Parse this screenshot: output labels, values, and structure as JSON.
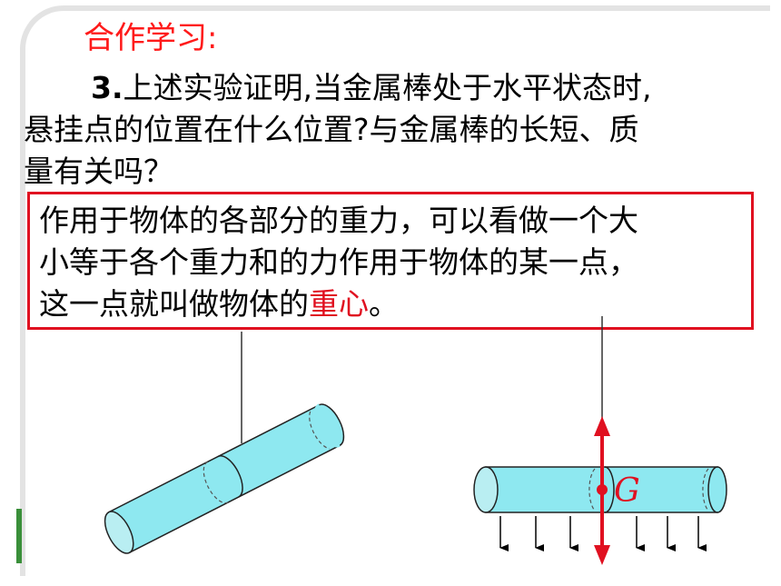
{
  "slide": {
    "title": "合作学习:",
    "question": {
      "number": "3.",
      "line1": "上述实验证明,当金属棒处于水平状态时,",
      "line2": "悬挂点的位置在什么位置?与金属棒的长短、质",
      "line3": "量有关吗？"
    },
    "answer": {
      "line1": "作用于物体的各部分的重力，可以看做一个大",
      "line2": "小等于各个重力和的力作用于物体的某一点，",
      "line3_prefix": "这一点就叫做物体的",
      "highlight": "重心",
      "line3_suffix": "。"
    },
    "figure": {
      "force_label": "G",
      "cylinder_color": "#8ee8f0",
      "force_color": "#e01020"
    }
  }
}
